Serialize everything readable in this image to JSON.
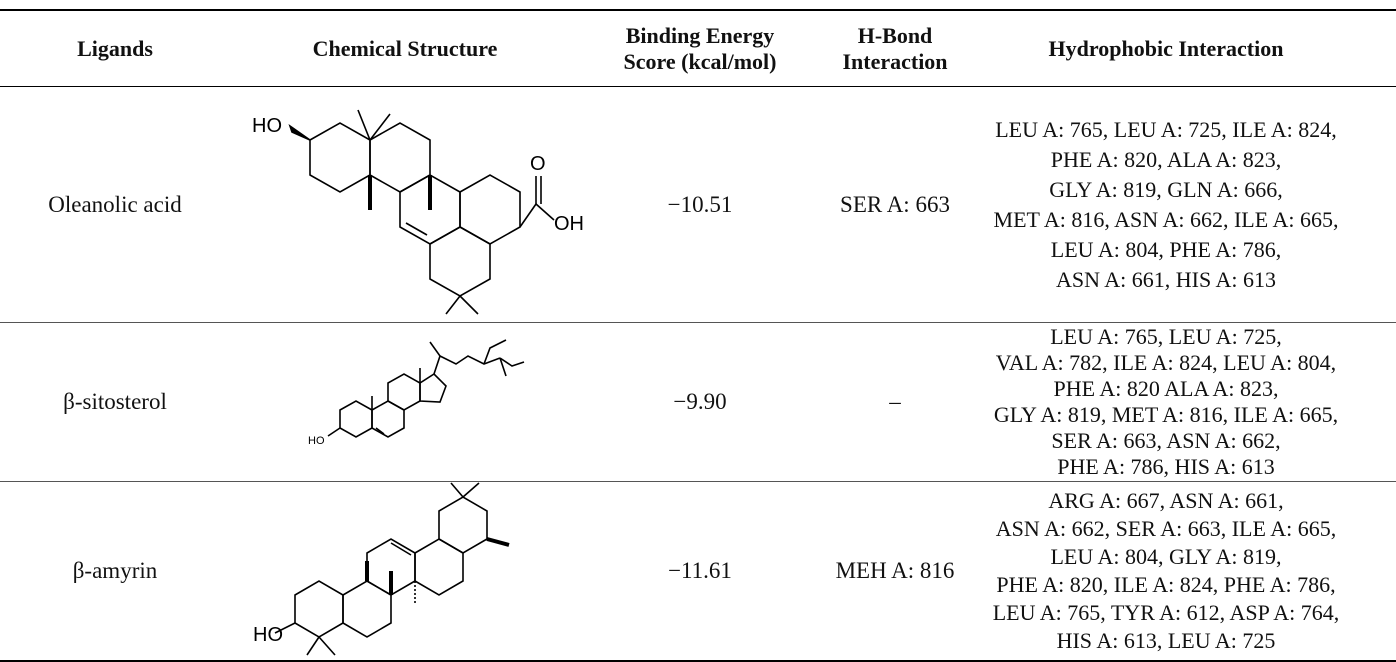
{
  "table": {
    "headers": {
      "ligands": "Ligands",
      "structure": "Chemical Structure",
      "binding_1": "Binding Energy",
      "binding_2": "Score (kcal/mol)",
      "hbond_1": "H-Bond",
      "hbond_2": "Interaction",
      "hydrophobic": "Hydrophobic Interaction"
    },
    "rows": [
      {
        "ligand": "Oleanolic acid",
        "binding_energy": "−10.51",
        "h_bond": "SER A: 663",
        "hydrophobic_lines": [
          "LEU A: 765, LEU A: 725, ILE A: 824,",
          "PHE A: 820, ALA A: 823,",
          "GLY A: 819, GLN A: 666,",
          "MET A: 816, ASN A: 662, ILE A: 665,",
          "LEU A: 804, PHE A: 786,",
          "ASN A: 661, HIS A: 613"
        ],
        "structure_labels": {
          "hydroxyl": "HO",
          "carbonyl_o": "O",
          "acid_oh": "OH"
        }
      },
      {
        "ligand": "β-sitosterol",
        "binding_energy": "−9.90",
        "h_bond": "–",
        "hydrophobic_lines": [
          "LEU A: 765, LEU A: 725,",
          "VAL A: 782, ILE A: 824, LEU A: 804,",
          "PHE A: 820 ALA A: 823,",
          "GLY A: 819, MET A: 816, ILE A: 665,",
          "SER A: 663, ASN A: 662,",
          "PHE A: 786, HIS A: 613"
        ],
        "structure_labels": {
          "hydroxyl": "HO"
        }
      },
      {
        "ligand": "β-amyrin",
        "binding_energy": "−11.61",
        "h_bond": "MEH A: 816",
        "hydrophobic_lines": [
          "ARG A: 667, ASN A: 661,",
          "ASN A: 662, SER A: 663, ILE A: 665,",
          "LEU A: 804, GLY A: 819,",
          "PHE A: 820, ILE A: 824, PHE A: 786,",
          "LEU A: 765, TYR A: 612, ASP A: 764,",
          "HIS A: 613, LEU A: 725"
        ],
        "structure_labels": {
          "hydroxyl": "HO"
        }
      }
    ]
  }
}
